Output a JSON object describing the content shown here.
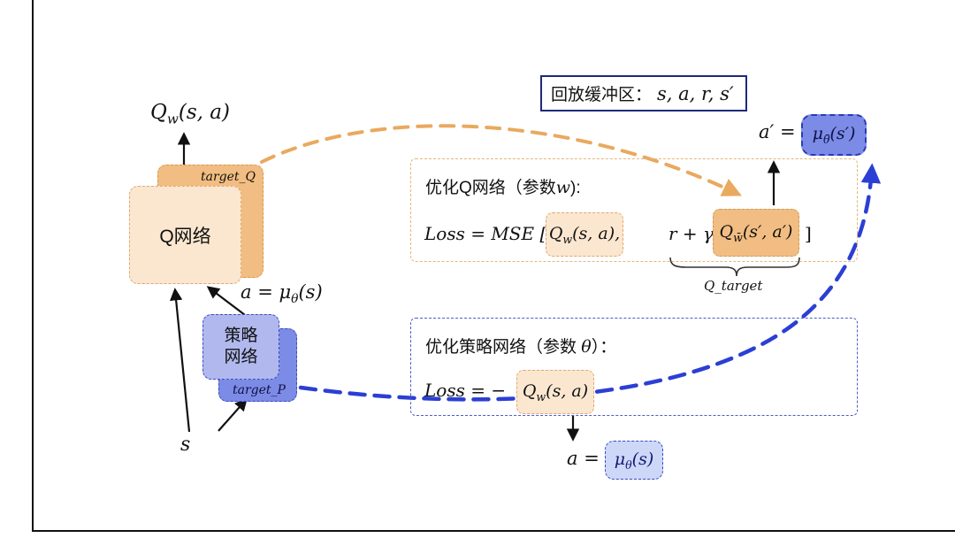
{
  "colors": {
    "cream_fill": "#fbe7d0",
    "orange_fill": "#f2bd82",
    "orange_border": "#cf9a55",
    "blue_fill": "#7c8be6",
    "lavender_fill": "#b0b8ee",
    "light_blue_fill": "#cdd7f8",
    "blue_border": "#3a4bc0",
    "navy_border": "#1e2a78",
    "flow_orange": "#e9a95e",
    "flow_blue": "#2b3fd4"
  },
  "q_network": {
    "output_formula": "Q<sub>w</sub>(s, a)",
    "target_label": "target_Q",
    "label": "Q网络"
  },
  "policy_network": {
    "action_formula": "a = μ<sub>θ</sub>(s)",
    "target_label": "target_P",
    "label_line1": "策略",
    "label_line2": "网络",
    "state_label": "s"
  },
  "replay_buffer": {
    "label": "回放缓冲区：",
    "tuple": "s, a, r, s′"
  },
  "target_action": {
    "prefix": "a′ =",
    "formula": "μ<sub>θ̄</sub>(s′)"
  },
  "q_optimization": {
    "title_html": "优化Q网络（参数<i>w</i>):",
    "loss_prefix": "Loss = MSE [",
    "q_term": "Q<sub>w</sub>(s, a),",
    "reward_term": "r + γ",
    "target_term": "Q<sub>w̄</sub>(s′, a′)",
    "bracket_close": "]",
    "brace_label": "Q_target"
  },
  "policy_optimization": {
    "title_html": "优化策略网络（参数 <i>θ</i>）：",
    "loss_prefix": "Loss = −",
    "q_term": "Q<sub>w</sub>(s, a)"
  },
  "policy_action": {
    "prefix": "a =",
    "formula": "μ<sub>θ</sub>(s)"
  }
}
